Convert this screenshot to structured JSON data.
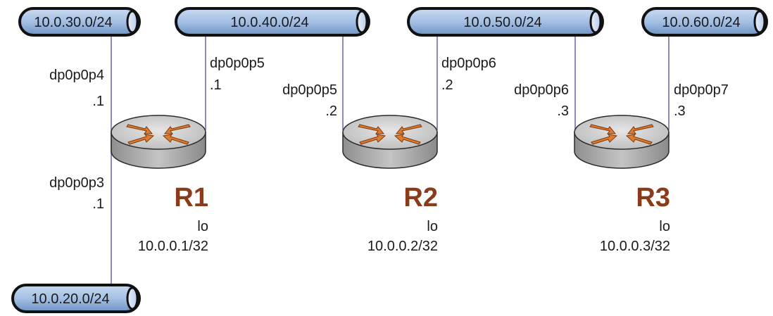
{
  "networks": {
    "n30": "10.0.30.0/24",
    "n40": "10.0.40.0/24",
    "n50": "10.0.50.0/24",
    "n60": "10.0.60.0/24",
    "n20": "10.0.20.0/24"
  },
  "routers": {
    "r1": {
      "name": "R1",
      "lo_label": "lo",
      "lo_addr": "10.0.0.1/32",
      "if_up": "dp0p0p4",
      "if_up_ip": ".1",
      "if_right": "dp0p0p5",
      "if_right_ip": ".1",
      "if_down": "dp0p0p3",
      "if_down_ip": ".1"
    },
    "r2": {
      "name": "R2",
      "lo_label": "lo",
      "lo_addr": "10.0.0.2/32",
      "if_left": "dp0p0p5",
      "if_left_ip": ".2",
      "if_right": "dp0p0p6",
      "if_right_ip": ".2"
    },
    "r3": {
      "name": "R3",
      "lo_label": "lo",
      "lo_addr": "10.0.0.3/32",
      "if_left": "dp0p0p6",
      "if_left_ip": ".3",
      "if_right": "dp0p0p7",
      "if_right_ip": ".3"
    }
  },
  "colors": {
    "pipe_body": "#a9c4e6",
    "pipe_stroke": "#111111",
    "link": "#8c8cb8",
    "router_body": "#a8a8a8",
    "router_top": "#d4d4d4",
    "arrow": "#e07a2c",
    "router_label": "#8a3b1a"
  }
}
